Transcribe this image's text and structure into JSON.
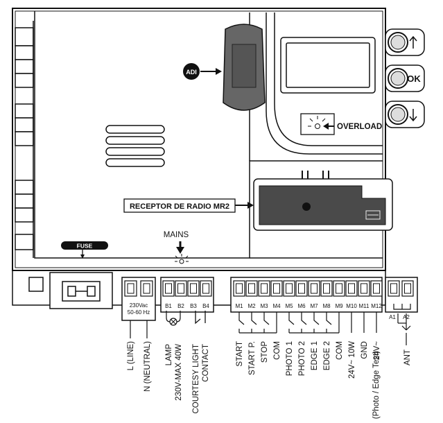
{
  "labels": {
    "radio_receiver": "RECEPTOR DE RADIO MR2",
    "overload": "OVERLOAD",
    "mains": "MAINS",
    "fuse": "FUSE",
    "adi": "ADI",
    "ok": "OK",
    "voltage_rating": "230Vac",
    "frequency_rating": "50-60 Hz"
  },
  "terminals": {
    "power": [
      {
        "id": "",
        "desc": "L (LINE)"
      },
      {
        "id": "",
        "desc": "N (NEUTRAL)"
      }
    ],
    "lamp": [
      {
        "id": "B1"
      },
      {
        "id": "B2"
      },
      {
        "id": "B3"
      },
      {
        "id": "B4"
      }
    ],
    "lamp_desc": [
      "LAMP",
      "230V-MAX 40W",
      "COURTESY LIGHT",
      "CONTACT"
    ],
    "control": [
      {
        "id": "M1",
        "desc": "START"
      },
      {
        "id": "M2",
        "desc": "START P."
      },
      {
        "id": "M3",
        "desc": "STOP"
      },
      {
        "id": "M4",
        "desc": "COM"
      },
      {
        "id": "M5",
        "desc": "PHOTO 1"
      },
      {
        "id": "M6",
        "desc": "PHOTO 2"
      },
      {
        "id": "M7",
        "desc": "EDGE 1"
      },
      {
        "id": "M8",
        "desc": "EDGE 2"
      },
      {
        "id": "M9",
        "desc": "COM"
      },
      {
        "id": "M10",
        "desc": "24V~ 10W"
      },
      {
        "id": "M11",
        "desc": "GND"
      },
      {
        "id": "M12",
        "desc": "24V~"
      }
    ],
    "control_note": "(Photo / Edge Test)",
    "antenna": [
      {
        "id": "A1"
      },
      {
        "id": "A2"
      }
    ],
    "antenna_desc": "ANT"
  }
}
